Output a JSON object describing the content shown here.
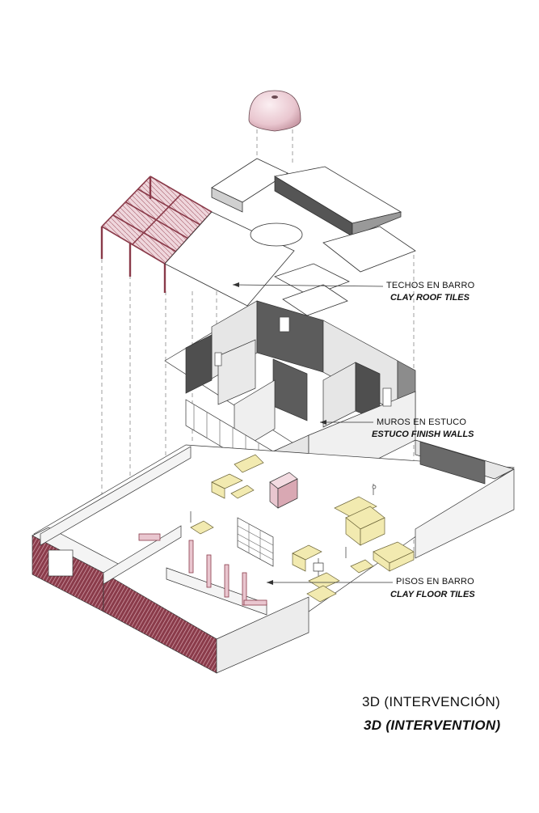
{
  "title": {
    "spanish": "3D (INTERVENCIÓN)",
    "english": "3D (INTERVENTION)"
  },
  "callouts": [
    {
      "id": "roof",
      "spanish": "TECHOS EN BARRO",
      "english": "CLAY ROOF TILES"
    },
    {
      "id": "walls",
      "spanish": "MUROS EN ESTUCO",
      "english": "ESTUCO FINISH WALLS"
    },
    {
      "id": "floors",
      "spanish": "PISOS EN BARRO",
      "english": "CLAY FLOOR TILES"
    }
  ],
  "colors": {
    "accent_pink": "#e9c6cf",
    "accent_maroon": "#8a3b4a",
    "wall_gray": "#5c5c5c",
    "furniture_yellow": "#f2eab0",
    "line": "#333333"
  }
}
